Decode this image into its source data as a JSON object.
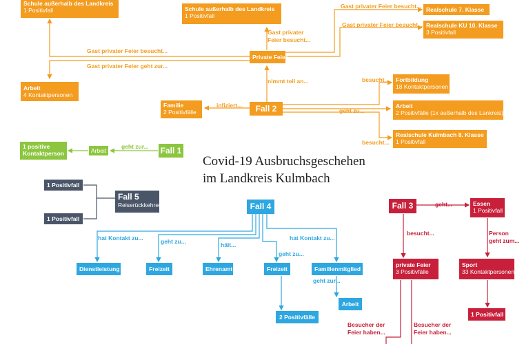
{
  "title": {
    "line1": "Covid-19 Ausbruchsgeschehen",
    "line2": "im Landkreis Kulmbach"
  },
  "colors": {
    "orange": "#f39c1f",
    "green": "#8cc63f",
    "blue": "#2ea7e0",
    "red": "#c8203a",
    "slate": "#4a5568"
  },
  "fall2": {
    "main": "Fall 2",
    "private_feier": "Private Feier",
    "schule_left": {
      "title": "Schule außerhalb des Landkreis",
      "sub": "1 Positivfall"
    },
    "schule_mid": {
      "title": "Schule außerhalb des Landkreis",
      "sub": "1 Positivfall"
    },
    "realschule7": {
      "title": "Realschule 7. Klasse"
    },
    "realschuleKU": {
      "title": "Realschule KU 10. Klasse",
      "sub": "3 Positivfall"
    },
    "arbeit_left": {
      "title": "Arbeit",
      "sub": "4 Kontaktpersonen"
    },
    "familie": {
      "title": "Familie",
      "sub": "2 Positivfälle"
    },
    "fortbildung": {
      "title": "Fortbildung",
      "sub": "18 Kontaktpersonen"
    },
    "arbeit_right": {
      "title": "Arbeit",
      "sub": "2 Positivfälle (1x außerhalb des Lankreis)"
    },
    "realschule8": {
      "title": "Realschule Kulmbach 8. Klasse",
      "sub": "1 Positivfall"
    },
    "labels": {
      "gast_besucht_left": "Gast privater Feier besucht...",
      "gast_geht_left": "Gast privater Feier geht zur...",
      "gast_besucht_top1": "Gast privater Feier besucht...",
      "gast_besucht_top2": "Gast privater Feier besucht...",
      "gast_privater": "Gast privater",
      "feier_besucht": "Feier besucht...",
      "nimmt_teil": "nimmt teil an...",
      "infiziert": "infiziert...",
      "besucht_fort": "besucht...",
      "geht_zu": "geht zu...",
      "besucht_rs": "besucht..."
    }
  },
  "fall1": {
    "main": "Fall 1",
    "arbeit": "Arbeit",
    "kontakt": {
      "title": "1 positive",
      "sub": "Kontaktperson"
    },
    "geht_zu": "geht zur..."
  },
  "fall5": {
    "main": "Fall 5",
    "sub": "Reiserückkehrer",
    "pos1": "1 Positivfall",
    "pos2": "1 Positivfall"
  },
  "fall4": {
    "main": "Fall 4",
    "dienstleistung": "Dienstleistung",
    "freizeit1": "Freizeit",
    "ehrenamt": "Ehrenamt",
    "freizeit2": "Freizeit",
    "familienmitglied": "Familienmitglied",
    "arbeit": "Arbeit",
    "positiv": "2 Positivfälle",
    "labels": {
      "hat_kontakt1": "hat Kontakt zu...",
      "geht_zu1": "geht zu...",
      "halt": "hält...",
      "geht_zu2": "geht zu...",
      "hat_kontakt2": "hat Kontakt zu...",
      "geht_zur": "geht zur..."
    }
  },
  "fall3": {
    "main": "Fall 3",
    "essen": {
      "title": "Essen",
      "sub": "1 Positivfall"
    },
    "private_feier": {
      "title": "private Feier",
      "sub": "3 Positivfälle"
    },
    "sport": {
      "title": "Sport",
      "sub": "33 Kontaktpersonen"
    },
    "positiv": "1 Positivfall",
    "labels": {
      "geht": "geht...",
      "besucht": "besucht...",
      "person": "Person",
      "geht_zum": "geht zum...",
      "besucher1a": "Besucher der",
      "besucher1b": "Feier haben...",
      "besucher2a": "Besucher der",
      "besucher2b": "Feier haben..."
    }
  }
}
